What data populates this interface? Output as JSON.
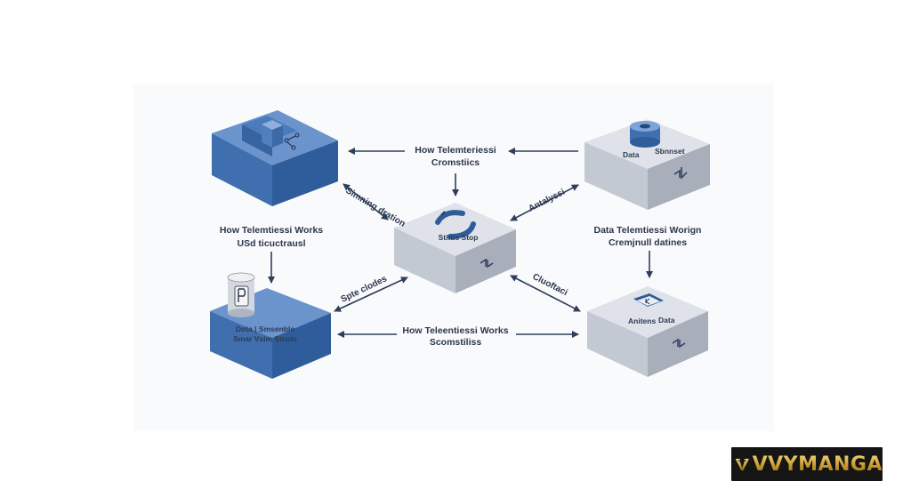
{
  "center_block": {
    "label": "Stitus Stop",
    "top_label": "How Telemteriessi",
    "top_sublabel": "Cromstiics"
  },
  "left_top_block": {},
  "left_label": {
    "title": "How Telemtiessi Works",
    "subtitle": "USd ticuctrausl"
  },
  "left_bottom_block": {
    "line1": "Dota | Smsenble",
    "line2": "Smar Vsim Sicute"
  },
  "right_top_block": {
    "label1": "Data",
    "label2": "Sbnnset"
  },
  "right_label": {
    "title": "Data Telemtiessi Worign",
    "subtitle": "Cremjnull datines"
  },
  "right_bottom_block": {
    "label1": "Anitens",
    "label2": "Data"
  },
  "bottom_label": {
    "title": "How Teleentiessi Works",
    "subtitle": "Scomstiliss"
  },
  "edge_labels": {
    "upper_left": "Simning dration",
    "upper_right": "Antalyssi",
    "lower_left": "Spte clodes",
    "lower_right": "Cluoftaci"
  },
  "watermark": {
    "text": "VVYMANGA"
  },
  "colors": {
    "blue_top": "#6b93cc",
    "blue_left": "#3f6fae",
    "blue_right": "#2f5d9b",
    "grey_top": "#d9dde4",
    "grey_left": "#bcc2cc",
    "grey_right": "#a3aab6",
    "arrow": "#2f3e5c"
  }
}
